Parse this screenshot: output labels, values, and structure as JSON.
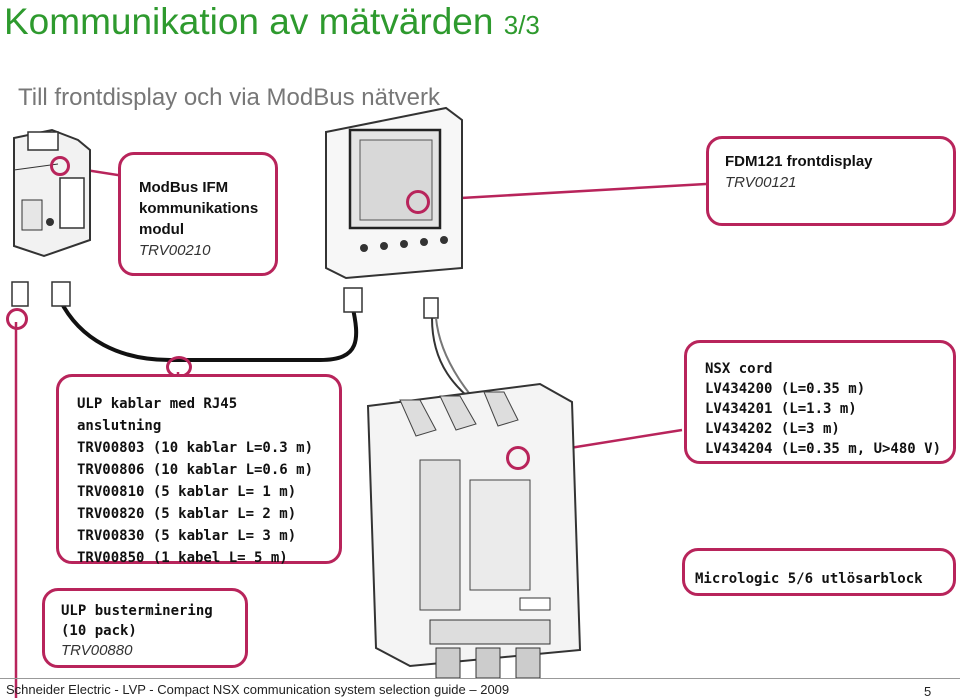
{
  "title": {
    "main": "Kommunikation av mätvärden",
    "suffix": "3/3"
  },
  "subtitle": "Till frontdisplay och via ModBus nätverk",
  "callouts": {
    "modbus": {
      "line1": "ModBus IFM",
      "line2": "kommunikations",
      "line3": "modul",
      "code": "TRV00210"
    },
    "fdm": {
      "line1": "FDM121 frontdisplay",
      "code": "TRV00121"
    },
    "ulp_cables": {
      "lines": [
        "ULP kablar med RJ45",
        "anslutning",
        "TRV00803 (10 kablar L=0.3 m)",
        "TRV00806 (10 kablar L=0.6 m)",
        "TRV00810 (5 kablar L= 1 m)",
        "TRV00820 (5 kablar L= 2 m)",
        "TRV00830 (5 kablar L= 3 m)",
        "TRV00850 (1 kabel L= 5 m)"
      ]
    },
    "nsx": {
      "lines": [
        "NSX cord",
        "LV434200 (L=0.35 m)",
        "LV434201 (L=1.3 m)",
        "LV434202 (L=3 m)",
        "LV434204 (L=0.35 m, U>480 V)"
      ]
    },
    "micrologic": {
      "label": "Micrologic 5/6 utlösarblock"
    },
    "terminator": {
      "line1": "ULP busterminering",
      "line2": "(10 pack)",
      "code": "TRV00880"
    }
  },
  "footer": {
    "text": "Schneider Electric - LVP - Compact NSX communication system selection guide – 2009",
    "page": "5"
  },
  "colors": {
    "title": "#2e9a2e",
    "callout_border": "#b8245b"
  }
}
